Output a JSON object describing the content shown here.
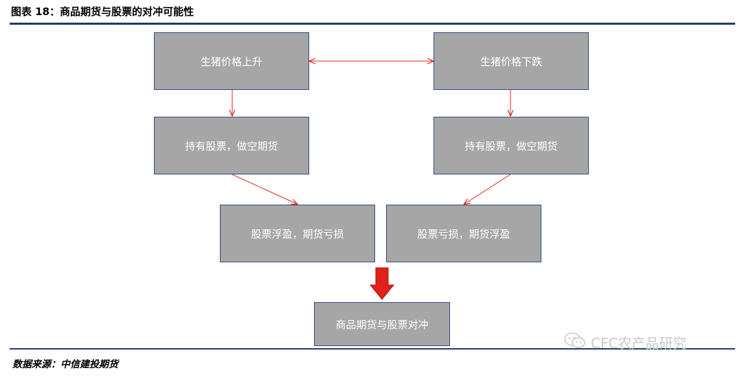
{
  "header": {
    "title": "图表 18：商品期货与股票的对冲可能性"
  },
  "diagram": {
    "rise": "生猪价格上升",
    "fall": "生猪价格下跌",
    "left_action": "持有股票，做空期货",
    "right_action": "持有股票，做空期货",
    "left_result": "股票浮盈，期货亏损",
    "right_result": "股票亏损，期货浮盈",
    "conclusion": "商品期货与股票对冲"
  },
  "footer": {
    "source": "数据来源：中信建投期货",
    "watermark": "CFC农产品研究"
  },
  "colors": {
    "box_fill": "#a6a6a6",
    "box_border": "#2f4b7c",
    "arrow": "#e0201a",
    "rule": "#1f3a6e"
  }
}
